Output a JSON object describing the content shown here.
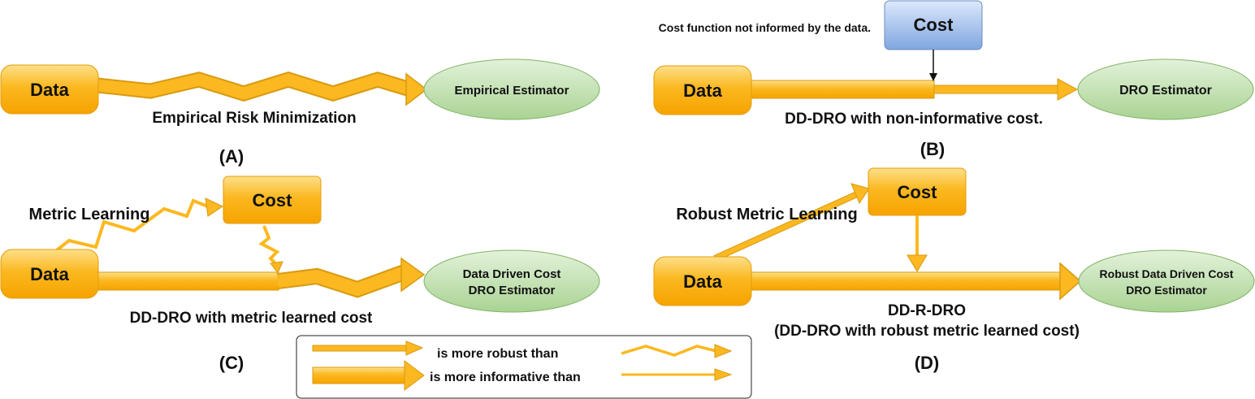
{
  "panels": {
    "a": {
      "tag": "(A)",
      "data_label": "Data",
      "estimator_label": "Empirical Estimator",
      "caption": "Empirical Risk Minimization"
    },
    "b": {
      "tag": "(B)",
      "data_label": "Data",
      "cost_label": "Cost",
      "estimator_label": "DRO Estimator",
      "caption": "DD-DRO with non-informative cost.",
      "note": "Cost function not informed by the data."
    },
    "c": {
      "tag": "(C)",
      "data_label": "Data",
      "cost_label": "Cost",
      "estimator_line1": "Data Driven Cost",
      "estimator_line2": "DRO Estimator",
      "learning_label": "Metric Learning",
      "caption": "DD-DRO with metric learned cost"
    },
    "d": {
      "tag": "(D)",
      "data_label": "Data",
      "cost_label": "Cost",
      "estimator_line1": "Robust Data Driven Cost",
      "estimator_line2": "DRO Estimator",
      "learning_label": "Robust Metric Learning",
      "caption_line1": "DD-R-DRO",
      "caption_line2": "(DD-DRO with robust metric learned cost)"
    }
  },
  "legend": {
    "robust_text": "is more robust than",
    "informative_text": "is more informative than"
  },
  "colors": {
    "data_box": "#fbb820",
    "arrow": "#fbb520",
    "arrow_edge": "#d99a10",
    "estimator_fill": "#b8dcaa",
    "estimator_edge": "#82b366",
    "blue_cost": "#a7c3ec"
  }
}
